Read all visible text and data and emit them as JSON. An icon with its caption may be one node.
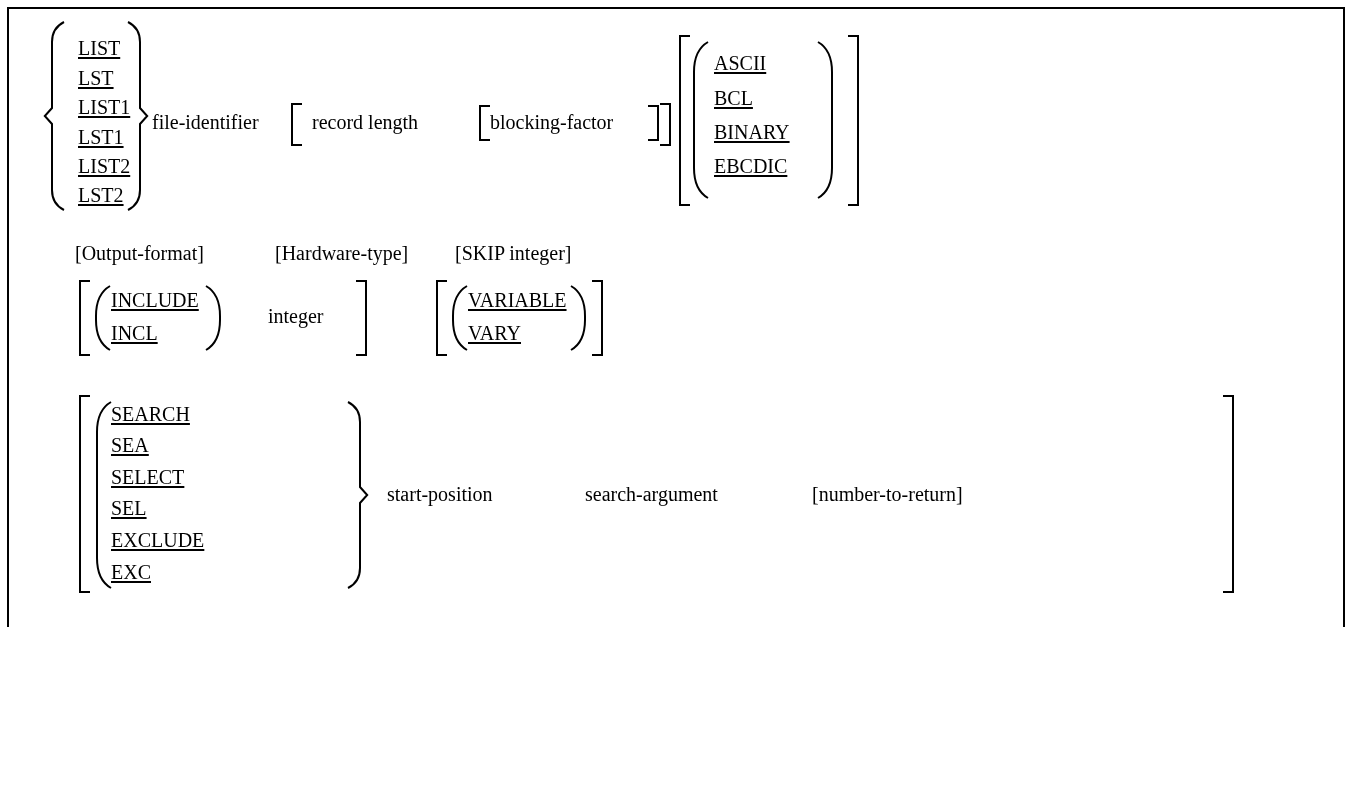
{
  "diagram": {
    "labels": [
      "LIST",
      "LST",
      "LIST1",
      "LST1",
      "LIST2",
      "LST2",
      "file-identifier",
      "record length",
      "blocking-factor",
      "ASCII",
      "BCL",
      "BINARY",
      "EBCDIC",
      "[Output-format]",
      "[Hardware-type]",
      "[SKIP integer]",
      "INCLUDE",
      "INCL",
      "integer",
      "VARIABLE",
      "VARY",
      "SEARCH",
      "SEA",
      "SELECT",
      "SEL",
      "EXCLUDE",
      "EXC",
      "start-position",
      "search-argument",
      "[number-to-return]"
    ]
  }
}
